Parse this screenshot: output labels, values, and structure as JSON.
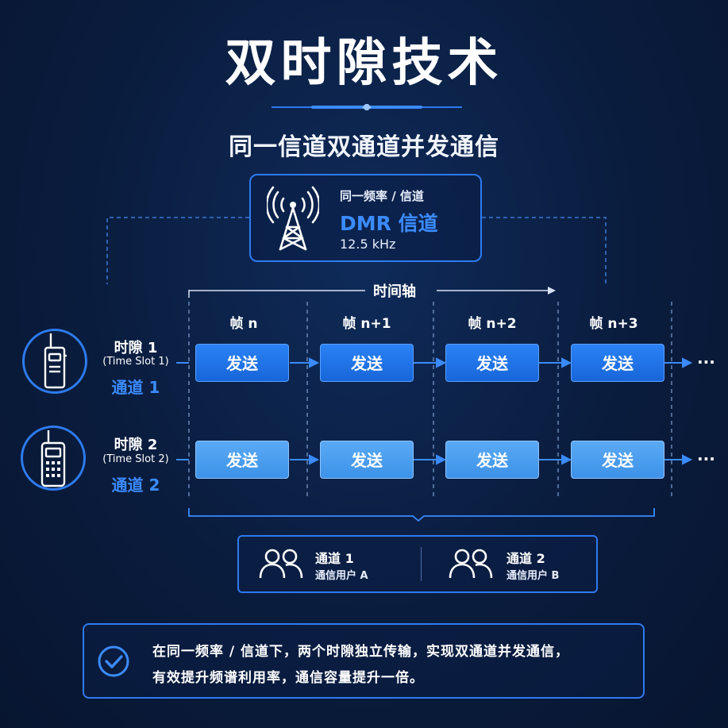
{
  "header": {
    "title": "双时隙技术",
    "subtitle": "同一信道双通道并发通信"
  },
  "channel": {
    "top_label": "同一频率 / 信道",
    "name": "DMR 信道",
    "bandwidth": "12.5 kHz",
    "icon": "radio-tower-icon"
  },
  "timeline": {
    "axis_label": "时间轴",
    "frames": [
      "帧 n",
      "帧 n+1",
      "帧 n+2",
      "帧 n+3"
    ],
    "continuation": "···"
  },
  "slots": [
    {
      "name": "时隙 1",
      "name_en": "(Time Slot 1)",
      "channel": "通道 1",
      "icon": "walkie-talkie-icon",
      "cells": [
        "发送",
        "发送",
        "发送",
        "发送"
      ]
    },
    {
      "name": "时隙 2",
      "name_en": "(Time Slot 2)",
      "channel": "通道 2",
      "icon": "walkie-talkie-keypad-icon",
      "cells": [
        "发送",
        "发送",
        "发送",
        "发送"
      ]
    }
  ],
  "users": [
    {
      "title": "通道 1",
      "subtitle": "通信用户 A",
      "icon": "users-icon"
    },
    {
      "title": "通道 2",
      "subtitle": "通信用户 B",
      "icon": "users-icon"
    }
  ],
  "note": {
    "icon": "check-circle-icon",
    "line1": "在同一频率 / 信道下，两个时隙独立传输，实现双通道并发通信，",
    "line2": "有效提升频谱利用率，通信容量提升一倍。"
  },
  "colors": {
    "background": "#0a1c3d",
    "accent": "#2e7bf0",
    "highlight_text": "#3b8bff",
    "slot1_fill": "#1f74e8",
    "slot2_fill": "#4a9cf0"
  }
}
